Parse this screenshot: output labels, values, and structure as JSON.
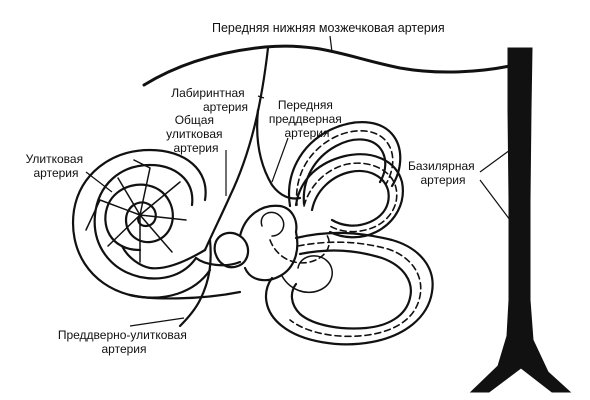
{
  "labels": {
    "anterior_inferior_cerebellar_artery": "Передняя  нижняя мозжечковая артерия",
    "labyrinthine_artery": [
      "Лабиринтная",
      "артерия"
    ],
    "anterior_vestibular_artery": [
      "Передняя",
      "преддверная",
      "артерия"
    ],
    "common_cochlear_artery": [
      "Общая",
      "улитковая",
      "артерия"
    ],
    "cochlear_artery": [
      "Улитковая",
      "артерия"
    ],
    "basilar_artery": [
      "Базилярная",
      "артерия"
    ],
    "vestibulocochlear_artery": [
      "Преддверно-улитковая",
      "артерия"
    ]
  },
  "colors": {
    "ink": "#111111",
    "background": "#ffffff"
  }
}
